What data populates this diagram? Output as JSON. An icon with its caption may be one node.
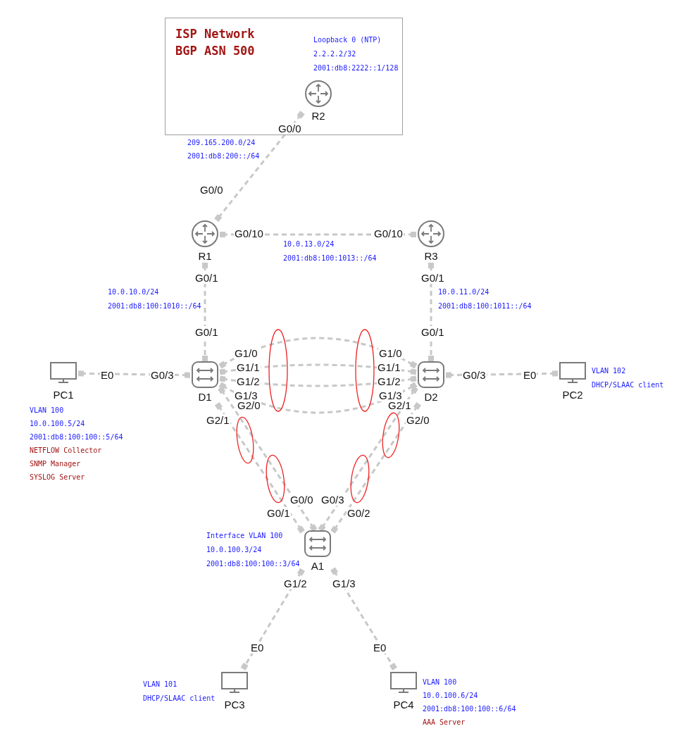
{
  "diagram": {
    "nodes": [
      {
        "text": [
          "ISP Network BGP ASN 500"
        ]
      },
      {
        "text": [
          "R2"
        ],
        "in": 0,
        "beside": [
          "Loopback 0 (NTP)",
          "2.2.2.2/32",
          "2001:db8:2222::1/128"
        ]
      },
      {
        "text": [
          "R1"
        ]
      },
      {
        "text": [
          "R3"
        ]
      },
      {
        "text": [
          "D1"
        ]
      },
      {
        "text": [
          "D2"
        ]
      },
      {
        "text": [
          "PC1"
        ],
        "beside": [
          "VLAN 100",
          "10.0.100.5/24",
          "2001:db8:100:100::5/64",
          "NETFLOW Collector",
          "SNMP Manager",
          "SYSLOG Server"
        ]
      },
      {
        "text": [
          "PC2"
        ],
        "beside": [
          "VLAN 102",
          "DHCP/SLAAC client"
        ]
      },
      {
        "text": [
          "A1"
        ],
        "beside": [
          "Interface VLAN 100",
          "10.0.100.3/24",
          "2001:db8:100:100::3/64"
        ]
      },
      {
        "text": [
          "PC3"
        ],
        "beside": [
          "VLAN 101",
          "DHCP/SLAAC client"
        ]
      },
      {
        "text": [
          "PC4"
        ],
        "beside": [
          "VLAN 100",
          "10.0.100.6/24",
          "2001:db8:100:100::6/64",
          "AAA Server"
        ]
      }
    ],
    "edges": [
      {
        "from": 1,
        "to": 2,
        "arrow": "other",
        "style": "dashed"
      },
      {
        "from": 2,
        "to": 3,
        "arrow": "other",
        "style": "dashed"
      },
      {
        "from": 2,
        "to": 4,
        "arrow": "other",
        "style": "dashed"
      },
      {
        "from": 3,
        "to": 5,
        "arrow": "other",
        "style": "dashed"
      },
      {
        "from": 4,
        "to": 5,
        "arrow": "other",
        "style": "dashed"
      },
      {
        "from": 4,
        "to": 5,
        "arrow": "other",
        "style": "dashed"
      },
      {
        "from": 4,
        "to": 5,
        "arrow": "other",
        "style": "dashed"
      },
      {
        "from": 4,
        "to": 5,
        "arrow": "other",
        "style": "dashed"
      },
      {
        "from": 6,
        "to": 4,
        "arrow": "other",
        "style": "dashed"
      },
      {
        "from": 5,
        "to": 7,
        "arrow": "other",
        "style": "dashed"
      },
      {
        "from": 4,
        "to": 8,
        "arrow": "other",
        "style": "dashed"
      },
      {
        "from": 4,
        "to": 8,
        "arrow": "other",
        "style": "dashed"
      },
      {
        "from": 5,
        "to": 8,
        "arrow": "other",
        "style": "dashed"
      },
      {
        "from": 5,
        "to": 8,
        "arrow": "other",
        "style": "dashed"
      },
      {
        "from": 8,
        "to": 9,
        "arrow": "other",
        "style": "dashed"
      },
      {
        "from": 8,
        "to": 10,
        "arrow": "other",
        "style": "dashed"
      }
    ],
    "labels": [
      "G0/0",
      "209.165.200.0/24",
      "2001:db8:200::/64",
      "G0/0",
      "G0/10",
      "G0/10",
      "10.0.13.0/24",
      "2001:db8:100:1013::/64",
      "G0/1",
      "G0/1",
      "10.0.10.0/24",
      "10.0.11.0/24",
      "2001:db8:100:1010::/64",
      "2001:db8:100:1011::/64",
      "G0/1",
      "G0/1",
      "G1/0",
      "G1/0",
      "E0",
      "G0/3",
      "G1/1",
      "G1/1",
      "G0/3",
      "E0",
      "G1/2",
      "G1/2",
      "G1/3",
      "G1/3",
      "G2/0",
      "G2/1",
      "G2/1",
      "G2/0",
      "G0/1",
      "G0/0",
      "G0/3",
      "G0/2",
      "G1/2",
      "G1/3",
      "E0",
      "E0"
    ]
  }
}
